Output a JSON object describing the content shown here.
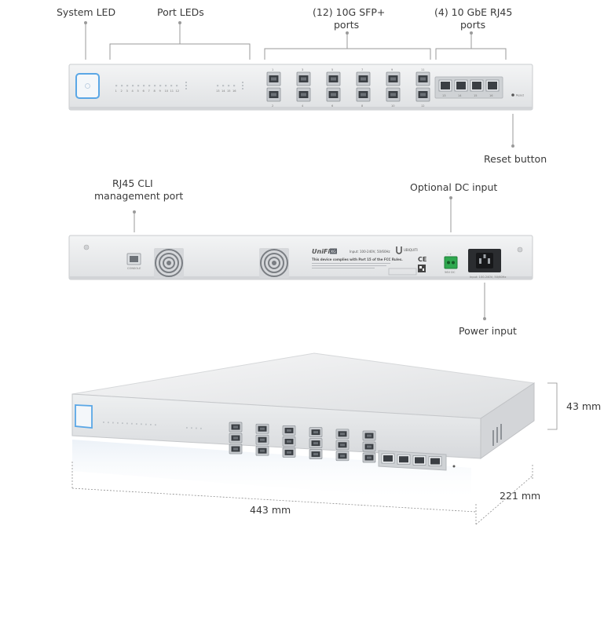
{
  "labels": {
    "system_led": "System LED",
    "port_leds": "Port LEDs",
    "sfp_ports_1": "(12) 10G SFP+",
    "sfp_ports_2": "ports",
    "rj45_ports_1": "(4) 10 GbE RJ45",
    "rj45_ports_2": "ports",
    "reset_button": "Reset button",
    "cli_port_1": "RJ45 CLI",
    "cli_port_2": "management port",
    "dc_input": "Optional DC input",
    "power_input": "Power input",
    "height_dim": "43 mm",
    "depth_dim": "221 mm",
    "width_dim": "443 mm"
  },
  "front_panel": {
    "port_led_numbers": [
      "1",
      "2",
      "3",
      "4",
      "5",
      "6",
      "7",
      "8",
      "9",
      "10",
      "11",
      "12"
    ],
    "port_led_numbers_b": [
      "13",
      "14",
      "15",
      "16"
    ],
    "sfp_top_numbers": [
      "1",
      "3",
      "5",
      "7",
      "9",
      "11"
    ],
    "sfp_bottom_numbers": [
      "2",
      "4",
      "6",
      "8",
      "10",
      "12"
    ],
    "rj45_numbers": [
      "13",
      "14",
      "15",
      "16"
    ],
    "reset_text": "Reset"
  },
  "rear_panel": {
    "console_text": "CONSOLE",
    "brand_text": "UniFi",
    "brand_badge": "XG",
    "ubiquiti_text": "UBIQUITI",
    "ce_mark": "CE",
    "dc_text": "56V DC",
    "ac_text": "Input: 100-240V, 50/60Hz",
    "compliance_text": "This device complies with Part 15 of the FCC Rules."
  },
  "colors": {
    "chassis": "#e9eaec",
    "chassis_edge": "#c9cbce",
    "led_blue": "#5aa7e6",
    "dc_green": "#2fa84f",
    "line": "#9a9a9a"
  }
}
